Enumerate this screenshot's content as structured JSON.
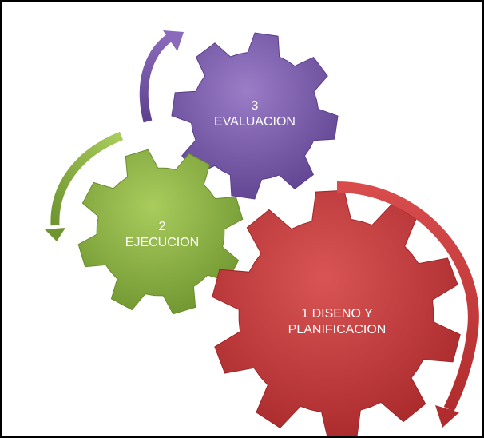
{
  "diagram": {
    "gears": [
      {
        "id": "evaluation",
        "label_line1": "3",
        "label_line2": "EVALUACION",
        "color": "#7A5AA8"
      },
      {
        "id": "execution",
        "label_line1": "2",
        "label_line2": "EJECUCION",
        "color": "#8DB442"
      },
      {
        "id": "planning",
        "label_line1": "1 DISENO Y",
        "label_line2": "PLANIFICACION",
        "color": "#C9383A"
      }
    ],
    "arrows": [
      {
        "id": "purple-arrow",
        "color": "#6D4E9A"
      },
      {
        "id": "green-arrow",
        "color": "#8DB442"
      },
      {
        "id": "red-arrow",
        "color": "#C9383A"
      }
    ],
    "frame_color": "#000000"
  }
}
